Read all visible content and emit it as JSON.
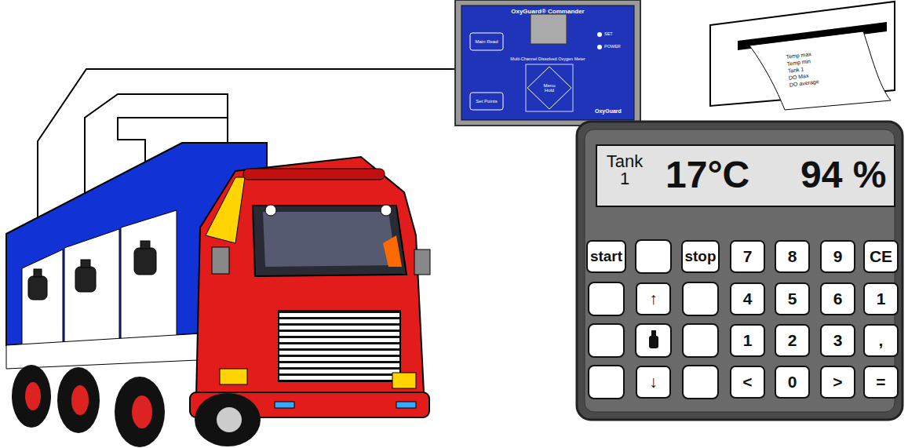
{
  "diagram": {
    "nodes": [
      {
        "text": [
          "OxyGuard® Commander",
          "Multi-Channel Dissolved Oxygen Meter",
          "SET",
          "POWER",
          "OxyGuard"
        ]
      },
      {
        "text": [
          "Main Read"
        ],
        "in": 0
      },
      {
        "text": [
          "Menu Hold"
        ],
        "in": 0
      },
      {
        "text": [
          "Set Points"
        ],
        "in": 0
      },
      {
        "text": [
          "Tank 1",
          "17°C",
          "94 %"
        ]
      },
      {
        "text": [
          "start"
        ]
      },
      {
        "text": [
          "stop"
        ]
      },
      {
        "text": [
          "7"
        ]
      },
      {
        "text": [
          "8"
        ]
      },
      {
        "text": [
          "9"
        ]
      },
      {
        "text": [
          "CE"
        ]
      },
      {
        "text": [
          "↑"
        ]
      },
      {
        "text": [
          "4"
        ]
      },
      {
        "text": [
          "5"
        ]
      },
      {
        "text": [
          "6"
        ]
      },
      {
        "text": [
          "1"
        ]
      },
      {
        "text": [
          "1"
        ]
      },
      {
        "text": [
          "2"
        ]
      },
      {
        "text": [
          "3"
        ]
      },
      {
        "text": [
          ","
        ]
      },
      {
        "text": [
          "↓"
        ]
      },
      {
        "text": [
          "<"
        ]
      },
      {
        "text": [
          "0"
        ]
      },
      {
        "text": [
          ">"
        ]
      },
      {
        "text": [
          "="
        ]
      }
    ],
    "labels": [
      "Temp max",
      "Temp min",
      "Tank 1",
      "DO Max",
      "DO average"
    ]
  }
}
